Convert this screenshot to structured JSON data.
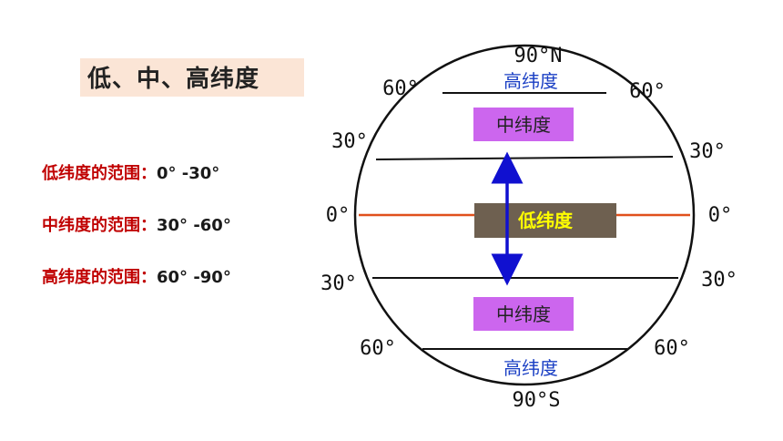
{
  "title": "低、中、高纬度",
  "ranges": [
    {
      "label": "低纬度的范围：",
      "value": "0° -30°"
    },
    {
      "label": "中纬度的范围：",
      "value": "30° -60°"
    },
    {
      "label": "高纬度的范围：",
      "value": "60° -90°"
    }
  ],
  "diagram": {
    "north_pole": "90°N",
    "south_pole": "90°S",
    "lat_60": "60°",
    "lat_30": "30°",
    "lat_0": "0°",
    "zone_high": "高纬度",
    "zone_mid": "中纬度",
    "zone_low": "低纬度"
  },
  "colors": {
    "equator": "#e0501c",
    "arrow": "#1010d0",
    "mid_box": "#cc66ee",
    "low_box": "#6e6050",
    "title_bg": "#fbe5d6",
    "range_label": "#c00000",
    "high_text": "#1a3fc4"
  }
}
